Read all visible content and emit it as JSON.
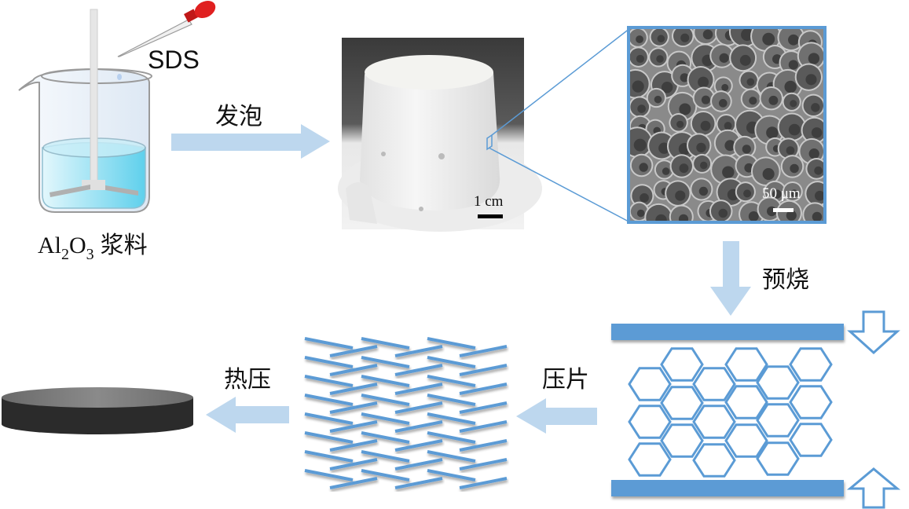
{
  "labels": {
    "sds": "SDS",
    "foaming": "发泡",
    "slurry_formula_main": "Al",
    "slurry_formula_sub1": "2",
    "slurry_formula_o": "O",
    "slurry_formula_sub2": "3",
    "slurry_name": "浆料",
    "presintering": "预烧",
    "pressing": "压片",
    "hot_pressing": "热压",
    "photo_scale": "1 cm",
    "sem_scale": "50 μm"
  },
  "colors": {
    "arrow": "#bdd7ee",
    "accent": "#5b9bd5",
    "pipette_bulb": "#e02020",
    "liquid": "#6dd5ee"
  }
}
